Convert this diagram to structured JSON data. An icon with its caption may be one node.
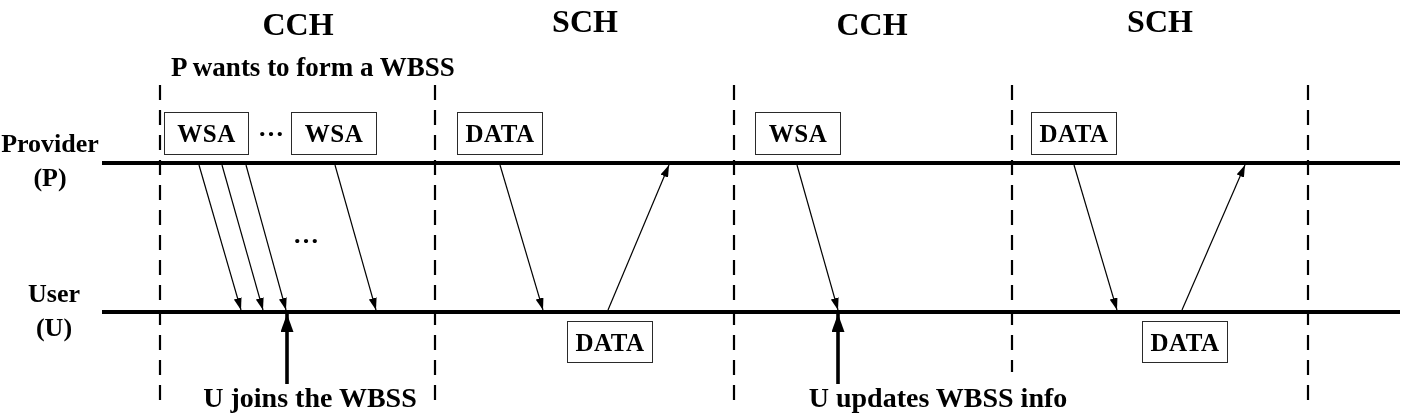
{
  "diagram": {
    "nodes": [
      {
        "text": [
          "WSA"
        ]
      },
      {
        "text": [
          "WSA"
        ]
      },
      {
        "text": [
          "DATA"
        ]
      },
      {
        "text": [
          "WSA"
        ]
      },
      {
        "text": [
          "DATA"
        ]
      },
      {
        "text": [],
        "shape": "bar",
        "beside": [
          "Provider (P)"
        ]
      },
      {
        "text": [],
        "shape": "bar",
        "beside": [
          "User (U)"
        ]
      },
      {
        "text": [
          "DATA"
        ]
      },
      {
        "text": [
          "DATA"
        ]
      },
      {
        "text": [
          "U joins the WBSS"
        ]
      },
      {
        "text": [
          "U updates WBSS info"
        ]
      }
    ],
    "edges": [
      {
        "from": 5,
        "to": 6,
        "arrow": "to"
      },
      {
        "from": 5,
        "to": 6,
        "arrow": "to"
      },
      {
        "from": 5,
        "to": 6,
        "arrow": "to"
      },
      {
        "from": 5,
        "to": 6,
        "arrow": "to"
      },
      {
        "from": 5,
        "to": 6,
        "arrow": "to"
      },
      {
        "from": 6,
        "to": 5,
        "arrow": "to"
      },
      {
        "from": 5,
        "to": 6,
        "arrow": "to"
      },
      {
        "from": 5,
        "to": 6,
        "arrow": "to"
      },
      {
        "from": 6,
        "to": 5,
        "arrow": "to"
      },
      {
        "from": 9,
        "to": 6,
        "arrow": "to",
        "style": "thick"
      },
      {
        "from": 10,
        "to": 6,
        "arrow": "to",
        "style": "thick"
      }
    ],
    "labels": [
      "CCH",
      "SCH",
      "CCH",
      "SCH",
      "P wants to form a WBSS",
      "…",
      "…"
    ]
  }
}
